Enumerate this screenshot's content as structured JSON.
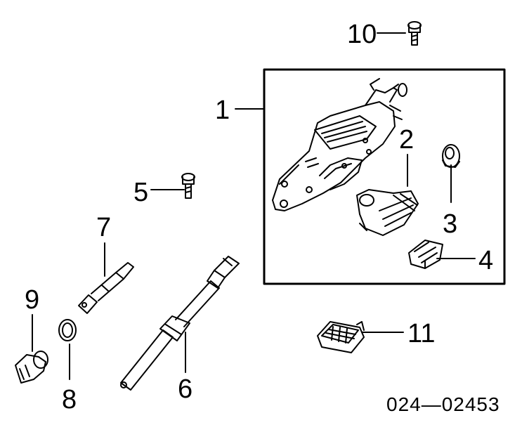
{
  "diagram": {
    "ink_color": "#000000",
    "background_color": "#ffffff",
    "part_number": "024—02453",
    "callouts": [
      {
        "id": "c1",
        "label": "1",
        "part": "steering-column-assembly"
      },
      {
        "id": "c2",
        "label": "2",
        "part": "column-adjuster-bracket"
      },
      {
        "id": "c3",
        "label": "3",
        "part": "rubber-grommet"
      },
      {
        "id": "c4",
        "label": "4",
        "part": "switch-block"
      },
      {
        "id": "c5",
        "label": "5",
        "part": "bolt"
      },
      {
        "id": "c6",
        "label": "6",
        "part": "steering-shaft"
      },
      {
        "id": "c7",
        "label": "7",
        "part": "intermediate-shaft"
      },
      {
        "id": "c8",
        "label": "8",
        "part": "seal-ring"
      },
      {
        "id": "c9",
        "label": "9",
        "part": "clip"
      },
      {
        "id": "c10",
        "label": "10",
        "part": "bolt"
      },
      {
        "id": "c11",
        "label": "11",
        "part": "connector-plug"
      }
    ]
  }
}
